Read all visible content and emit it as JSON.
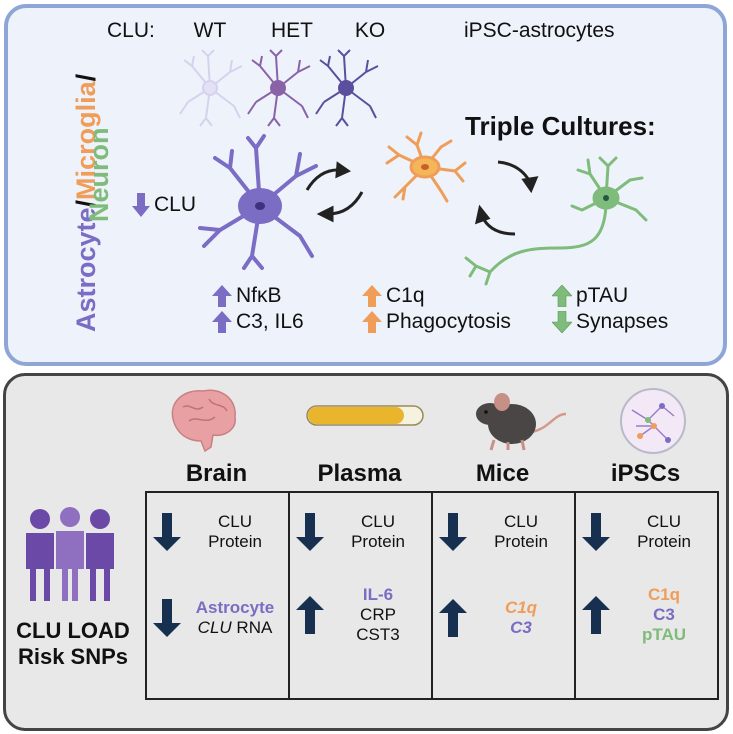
{
  "colors": {
    "astrocyte": "#7b6cc4",
    "microglia": "#ef9d58",
    "neuron": "#7fbb7a",
    "dark_arrow": "#17304f",
    "top_panel_border": "#8ea6d6",
    "top_panel_bg": "#eef3fb",
    "bottom_panel_bg": "#e8e8e8"
  },
  "top_panel": {
    "side_label": {
      "astrocyte": "Astrocyte",
      "slash1": "/",
      "microglia": "Microglia",
      "slash2": "/",
      "neuron": "Neuron"
    },
    "genotype_prefix": "CLU:",
    "genotypes": [
      "WT",
      "HET",
      "KO"
    ],
    "cell_type": "iPSC-astrocytes",
    "triple_title": "Triple Cultures:",
    "astro_change": {
      "direction": "down",
      "label": "CLU"
    },
    "astro_effects": [
      {
        "direction": "up",
        "label": "NfκB"
      },
      {
        "direction": "up",
        "label": "C3, IL6"
      }
    ],
    "microglia_effects": [
      {
        "direction": "up",
        "label": "C1q"
      },
      {
        "direction": "up",
        "label": "Phagocytosis"
      }
    ],
    "neuron_effects": [
      {
        "direction": "up",
        "label": "pTAU"
      },
      {
        "direction": "down",
        "label": "Synapses"
      }
    ]
  },
  "bottom_panel": {
    "risk_label": [
      "CLU LOAD",
      "Risk SNPs"
    ],
    "icons": [
      "brain-icon",
      "blood-tube-icon",
      "mouse-icon",
      "petri-dish-icon"
    ],
    "columns": [
      {
        "title": "Brain",
        "rows": [
          {
            "direction": "down",
            "lines": [
              {
                "text": "CLU",
                "style": "plain"
              },
              {
                "text": "Protein",
                "style": "plain"
              }
            ]
          },
          {
            "direction": "down",
            "lines": [
              {
                "text": "Astrocyte",
                "style": "astro-bold"
              },
              {
                "text": "CLU",
                "style": "italic",
                "suffix": " RNA"
              }
            ]
          }
        ]
      },
      {
        "title": "Plasma",
        "rows": [
          {
            "direction": "down",
            "lines": [
              {
                "text": "CLU",
                "style": "plain"
              },
              {
                "text": "Protein",
                "style": "plain"
              }
            ]
          },
          {
            "direction": "up",
            "lines": [
              {
                "text": "IL-6",
                "style": "astro-bold"
              },
              {
                "text": "CRP",
                "style": "plain"
              },
              {
                "text": "CST3",
                "style": "plain"
              }
            ]
          }
        ]
      },
      {
        "title": "Mice",
        "rows": [
          {
            "direction": "down",
            "lines": [
              {
                "text": "CLU",
                "style": "plain"
              },
              {
                "text": "Protein",
                "style": "plain"
              }
            ]
          },
          {
            "direction": "up",
            "lines": [
              {
                "text": "C1q",
                "style": "micro-bold-italic"
              },
              {
                "text": "C3",
                "style": "astro-bold-italic"
              }
            ]
          }
        ]
      },
      {
        "title": "iPSCs",
        "rows": [
          {
            "direction": "down",
            "lines": [
              {
                "text": "CLU",
                "style": "plain"
              },
              {
                "text": "Protein",
                "style": "plain"
              }
            ]
          },
          {
            "direction": "up",
            "lines": [
              {
                "text": "C1q",
                "style": "micro-bold"
              },
              {
                "text": "C3",
                "style": "astro-bold"
              },
              {
                "text": "pTAU",
                "style": "neuron-bold"
              }
            ]
          }
        ]
      }
    ]
  }
}
